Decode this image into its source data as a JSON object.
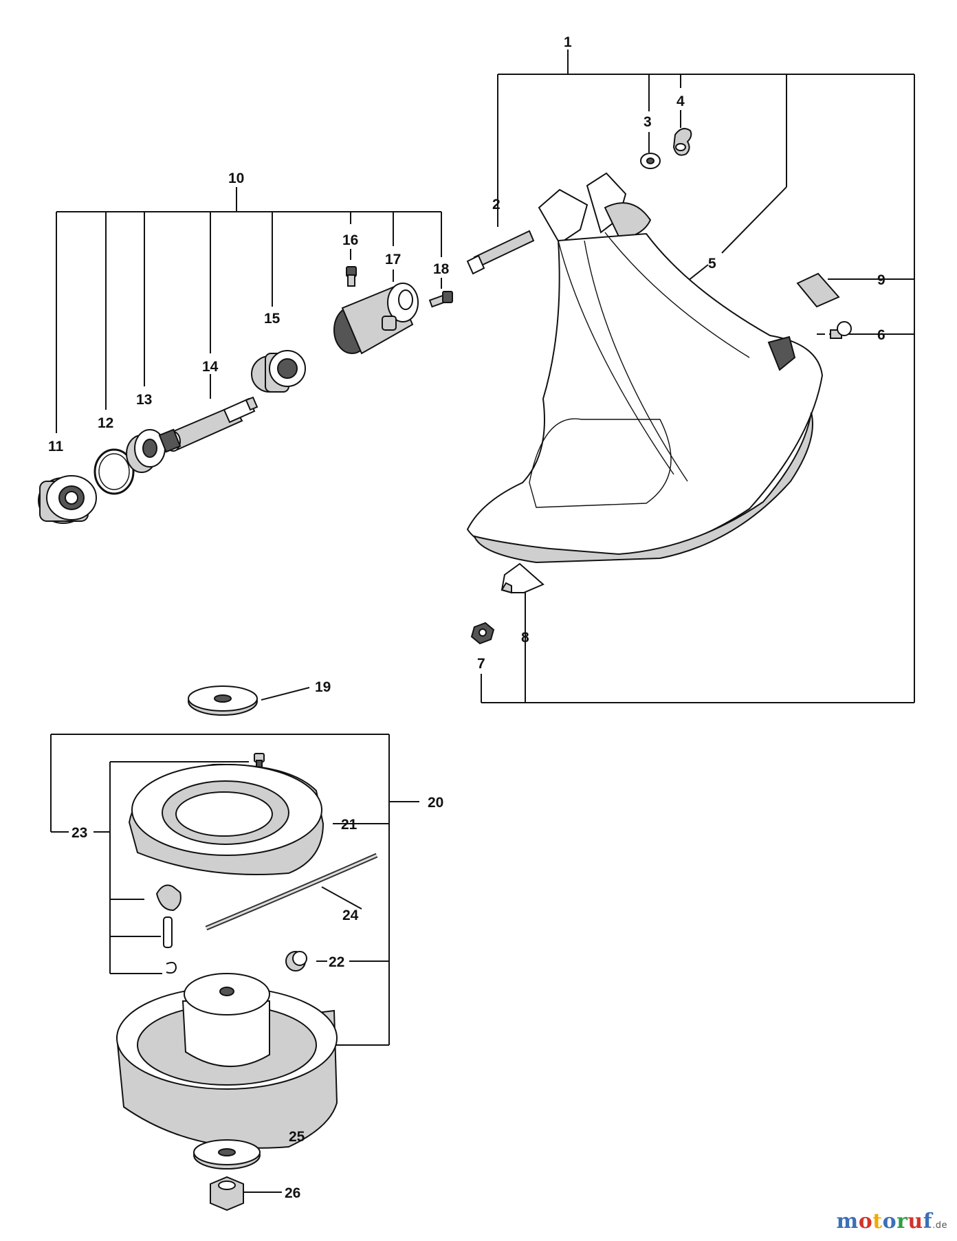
{
  "diagram": {
    "part_numbers": [
      "1",
      "2",
      "3",
      "4",
      "5",
      "6",
      "7",
      "8",
      "9",
      "10",
      "11",
      "12",
      "13",
      "14",
      "15",
      "16",
      "17",
      "18",
      "19",
      "20",
      "21",
      "22",
      "23",
      "24",
      "25",
      "26"
    ]
  },
  "watermark": {
    "text": "motoruf",
    "suffix": ".de",
    "colors": [
      "#3b6fb6",
      "#d2332b",
      "#f2a900",
      "#3b6fb6",
      "#2f9e44",
      "#d2332b",
      "#3b6fb6"
    ]
  }
}
